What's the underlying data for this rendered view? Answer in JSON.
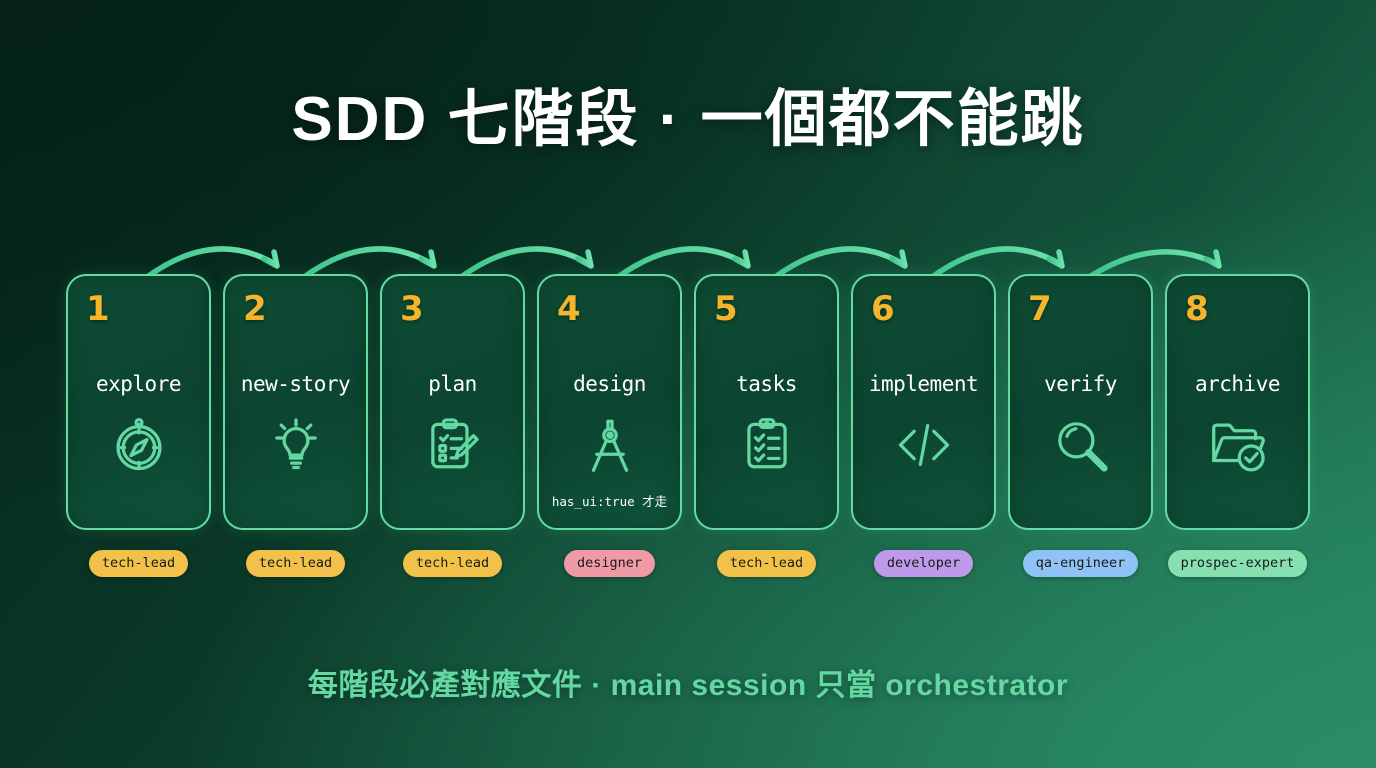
{
  "title": "SDD 七階段 · 一個都不能跳",
  "footer": "每階段必產對應文件 · main session 只當 orchestrator",
  "colors": {
    "background_dark": "#05251b",
    "background_light": "#23835f",
    "card_border": "#62dca3",
    "card_fill": "#0d4b34",
    "number": "#f4b52c",
    "card_label": "#ffffff",
    "icon_stroke": "#64d8a2",
    "arrow": "#4fcf96",
    "footer_text": "#64d8a2",
    "badge_tech_lead": "#f2c14a",
    "badge_designer": "#f09aa6",
    "badge_developer": "#c09aea",
    "badge_qa_engineer": "#8fc3f5",
    "badge_prospec_expert": "#87e0b0"
  },
  "stages": [
    {
      "number": "1",
      "name": "explore",
      "icon": "compass-icon",
      "note": "",
      "badge": {
        "label": "tech-lead",
        "color": "#f2c14a"
      }
    },
    {
      "number": "2",
      "name": "new-story",
      "icon": "lightbulb-icon",
      "note": "",
      "badge": {
        "label": "tech-lead",
        "color": "#f2c14a"
      }
    },
    {
      "number": "3",
      "name": "plan",
      "icon": "clipboard-pencil-icon",
      "note": "",
      "badge": {
        "label": "tech-lead",
        "color": "#f2c14a"
      }
    },
    {
      "number": "4",
      "name": "design",
      "icon": "compass-divider-icon",
      "note": "has_ui:true 才走",
      "badge": {
        "label": "designer",
        "color": "#f09aa6"
      }
    },
    {
      "number": "5",
      "name": "tasks",
      "icon": "clipboard-checklist-icon",
      "note": "",
      "badge": {
        "label": "tech-lead",
        "color": "#f2c14a"
      }
    },
    {
      "number": "6",
      "name": "implement",
      "icon": "code-brackets-icon",
      "note": "",
      "badge": {
        "label": "developer",
        "color": "#c09aea"
      }
    },
    {
      "number": "7",
      "name": "verify",
      "icon": "magnifier-icon",
      "note": "",
      "badge": {
        "label": "qa-engineer",
        "color": "#8fc3f5"
      }
    },
    {
      "number": "8",
      "name": "archive",
      "icon": "folder-check-icon",
      "note": "",
      "badge": {
        "label": "prospec-expert",
        "color": "#87e0b0"
      }
    }
  ],
  "arrows": {
    "count": 7,
    "direction": "left-to-right",
    "style": "curved-arc-with-arrowhead"
  }
}
